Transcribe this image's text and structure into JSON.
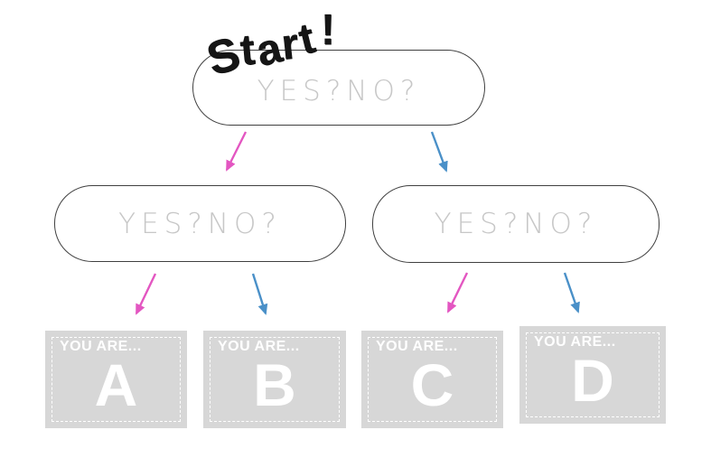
{
  "colors": {
    "arrow_pink": "#e356c1",
    "arrow_blue": "#4a90c8",
    "node_border": "#404040",
    "node_label_gray": "#c7c7c7",
    "result_box_gray": "#d7d7d7",
    "result_text_white": "#ffffff",
    "start_ink": "#151515",
    "canvas_bg": "#ffffff"
  },
  "start": {
    "label": "Start!"
  },
  "nodes": {
    "root": {
      "label": "YES?NO?"
    },
    "left": {
      "label": "YES?NO?"
    },
    "right": {
      "label": "YES?NO?"
    }
  },
  "results": [
    {
      "prefix": "YOU ARE...",
      "letter": "A"
    },
    {
      "prefix": "YOU ARE...",
      "letter": "B"
    },
    {
      "prefix": "YOU ARE...",
      "letter": "C"
    },
    {
      "prefix": "YOU ARE...",
      "letter": "D"
    }
  ],
  "connectors": [
    {
      "from": "root",
      "to": "left",
      "color": "pink"
    },
    {
      "from": "root",
      "to": "right",
      "color": "blue"
    },
    {
      "from": "left",
      "to": "A",
      "color": "pink"
    },
    {
      "from": "left",
      "to": "B",
      "color": "blue"
    },
    {
      "from": "right",
      "to": "C",
      "color": "pink"
    },
    {
      "from": "right",
      "to": "D",
      "color": "blue"
    }
  ]
}
